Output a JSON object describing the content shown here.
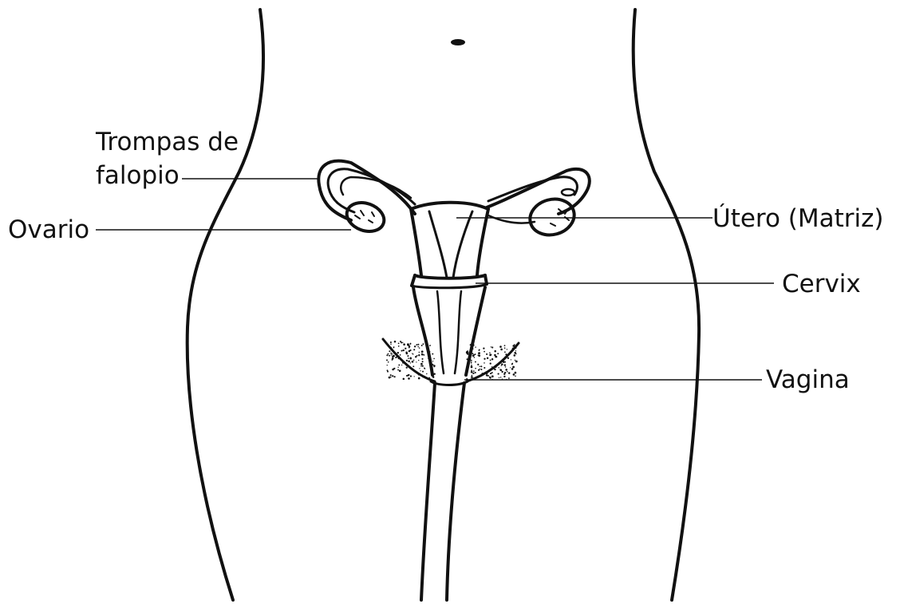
{
  "labels": {
    "trompas_line1": "Trompas de",
    "trompas_line2": "falopio",
    "ovario": "Ovario",
    "utero": "Útero (Matriz)",
    "cervix": "Cervix",
    "vagina": "Vagina"
  },
  "colors": {
    "ink": "#111111",
    "background": "#ffffff"
  }
}
